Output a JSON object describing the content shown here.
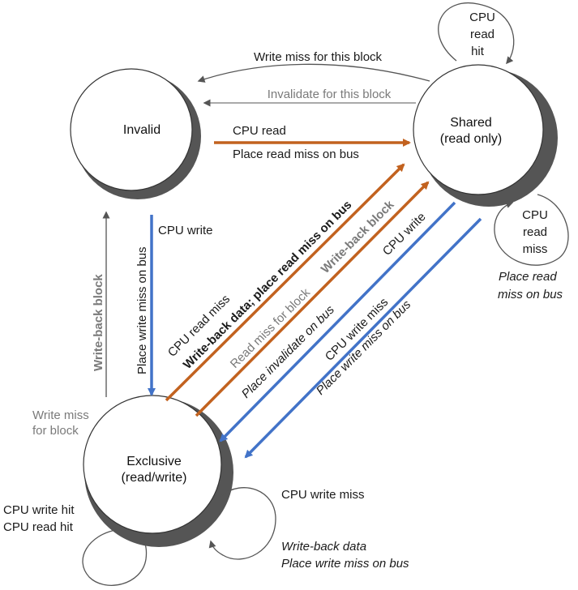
{
  "states": {
    "invalid": "Invalid",
    "shared": [
      "Shared",
      "(read only)"
    ],
    "exclusive": [
      "Exclusive",
      "(read/write)"
    ]
  },
  "transitions": {
    "shared_hit": [
      "CPU",
      "read",
      "hit"
    ],
    "write_miss_this_block": "Write miss for this block",
    "invalidate_this_block": "Invalidate for this block",
    "invalid_cpu_read": "CPU read",
    "invalid_place_read_miss": "Place read miss on bus",
    "shared_cpu_read_miss": [
      "CPU",
      "read",
      "miss"
    ],
    "shared_place_read_miss": [
      "Place read",
      "miss on bus"
    ],
    "invalid_cpu_write": "CPU write",
    "invalid_place_write_miss": "Place write miss on bus",
    "exclusive_write_back_block": "Write-back block",
    "exclusive_write_miss_for_block": [
      "Write miss",
      "for block"
    ],
    "exclusive_cpu_read_miss": "CPU read miss",
    "exclusive_writeback_place_read_miss": "Write-back data; place read miss on bus",
    "exclusive_read_miss_for_block": "Read miss for block",
    "exclusive_write_back_block_gray": "Write-back block",
    "shared_cpu_write": "CPU write",
    "shared_place_invalidate": "Place invalidate on bus",
    "shared_cpu_write_miss": "CPU write miss",
    "shared_place_write_miss": "Place write miss on bus",
    "exclusive_hits": [
      "CPU write hit",
      "CPU read hit"
    ],
    "exclusive_cpu_write_miss": "CPU write miss",
    "exclusive_writeback_data": [
      "Write-back data",
      "Place write miss on bus"
    ]
  },
  "colors": {
    "orange": "#c2621f",
    "blue": "#4273c8",
    "gray_text": "#7a7a7a",
    "line": "#555555",
    "shadow": "#555555"
  }
}
